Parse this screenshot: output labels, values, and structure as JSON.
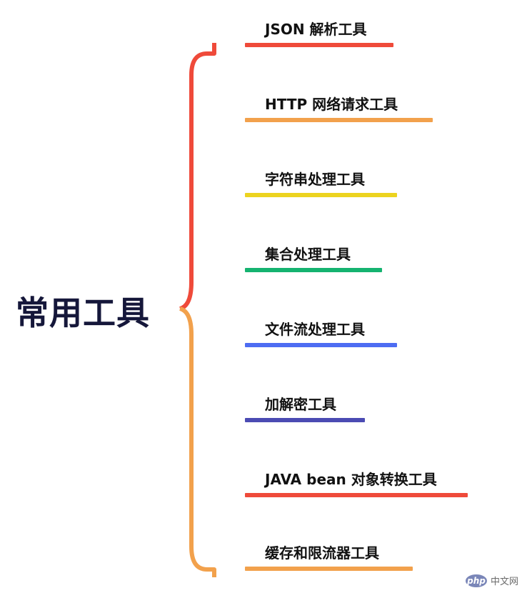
{
  "root": {
    "label": "常用工具"
  },
  "bracket": {
    "top_color": "#ef4a3a",
    "bottom_color": "#f2a14c"
  },
  "branches": [
    {
      "label": "JSON 解析工具",
      "color": "#ef4a3a"
    },
    {
      "label": "HTTP 网络请求工具",
      "color": "#f2a14c"
    },
    {
      "label": "字符串处理工具",
      "color": "#ecd31f"
    },
    {
      "label": "集合处理工具",
      "color": "#15b370"
    },
    {
      "label": "文件流处理工具",
      "color": "#4d6cf2"
    },
    {
      "label": "加解密工具",
      "color": "#4b4bb3"
    },
    {
      "label": "JAVA bean 对象转换工具",
      "color": "#ef4a3a"
    },
    {
      "label": "缓存和限流器工具",
      "color": "#f2a14c"
    }
  ],
  "watermark": {
    "logo": "php",
    "text": "中文网"
  }
}
